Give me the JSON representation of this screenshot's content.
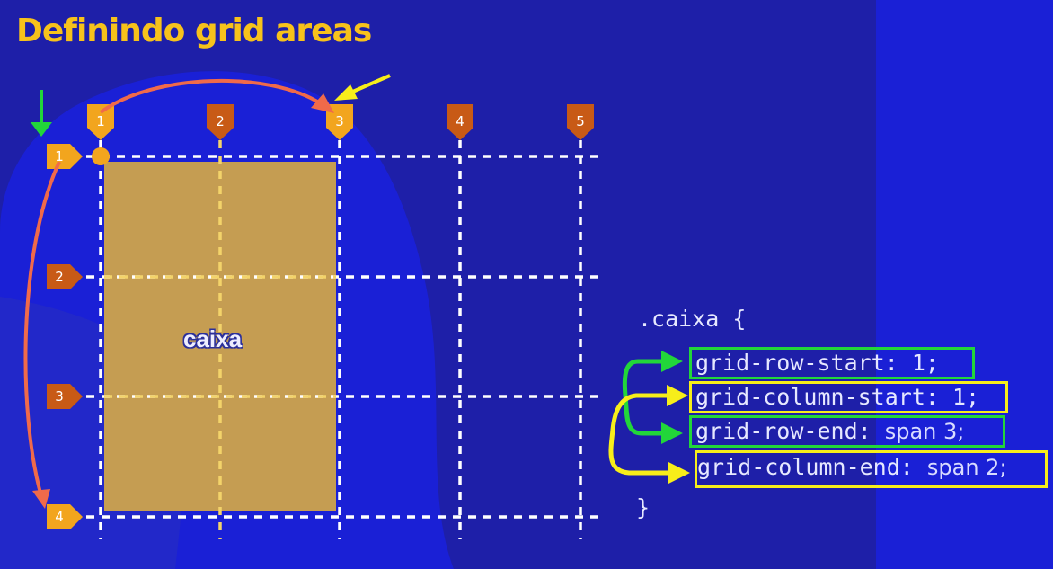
{
  "title": "Definindo grid areas",
  "item_label": "caixa",
  "column_lines": [
    "1",
    "2",
    "3",
    "4",
    "5"
  ],
  "row_lines": [
    "1",
    "2",
    "3",
    "4"
  ],
  "code": {
    "selector": ".caixa {",
    "closing": "}",
    "declarations": [
      {
        "prop": "grid-row-start:",
        "value": "1;"
      },
      {
        "prop": "grid-column-start:",
        "value": "1;"
      },
      {
        "prop": "grid-row-end:",
        "value": "span 3;"
      },
      {
        "prop": "grid-column-end:",
        "value": "span 2;"
      }
    ]
  },
  "colors": {
    "background": "#1a20d6",
    "blob": "#1e1fa8",
    "item_fill": "#c59d52",
    "marker_light": "#f2a51e",
    "marker_dark": "#c85a16",
    "arc": "#f06a4a",
    "row_highlight": "#22d63a",
    "column_highlight": "#f7ee1a"
  }
}
